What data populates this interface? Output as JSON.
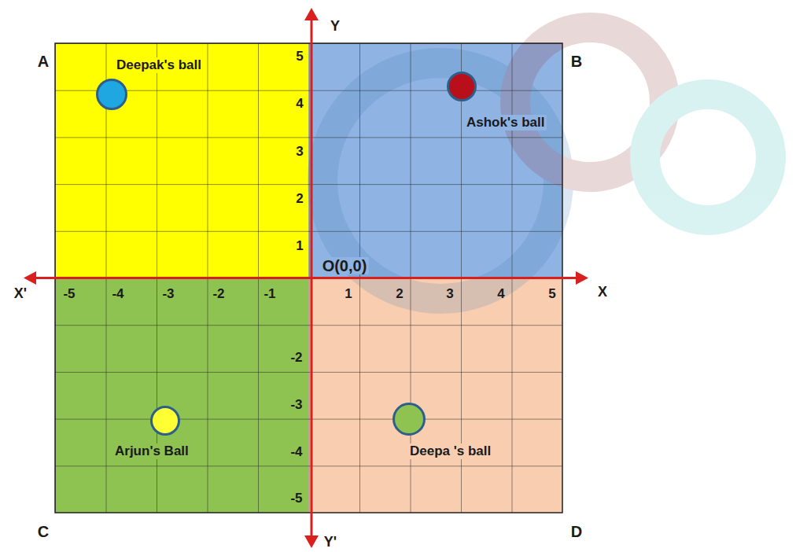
{
  "diagram": {
    "nodes": [
      {
        "text": [
          "Deepak's ball"
        ]
      },
      {
        "text": [
          "Ashok's ball"
        ]
      },
      {
        "text": [
          "Arjun's Ball"
        ]
      },
      {
        "text": [
          "Deepa 's ball"
        ]
      }
    ],
    "labels": [
      "A",
      "B",
      "Y",
      "5",
      "4",
      "3",
      "2",
      "1",
      "O(0,0)",
      "X'",
      "-5",
      "-4",
      "-3",
      "-2",
      "-1",
      "1",
      "2",
      "3",
      "4",
      "5",
      "X",
      "-2",
      "-3",
      "-4",
      "-5",
      "C",
      "D",
      "Y'"
    ]
  }
}
